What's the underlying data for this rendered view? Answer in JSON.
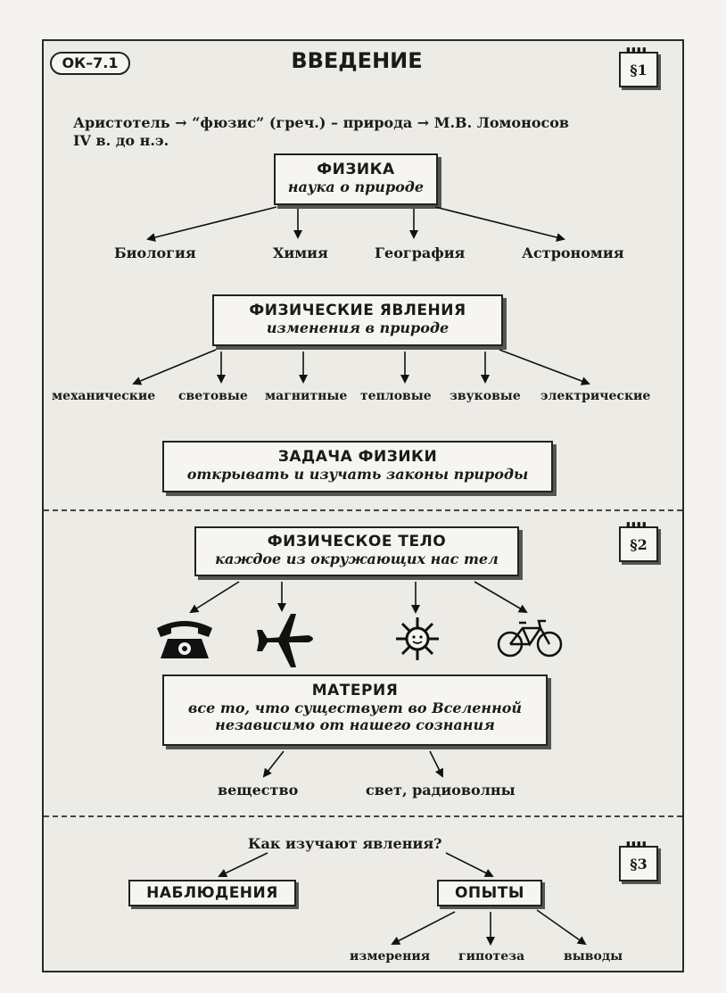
{
  "header": {
    "badge": "ОК–7.1",
    "title": "ВВЕДЕНИЕ"
  },
  "sections": [
    "§1",
    "§2",
    "§3"
  ],
  "history": {
    "line1": "Аристотель → “фюзис” (греч.) – природа → М.В. Ломоносов",
    "line2": "IV в. до н.э."
  },
  "physics": {
    "title": "ФИЗИКА",
    "subtitle": "наука о природе",
    "branches": [
      "Биология",
      "Химия",
      "География",
      "Астрономия"
    ]
  },
  "phenomena": {
    "title": "ФИЗИЧЕСКИЕ ЯВЛЕНИЯ",
    "subtitle": "изменения в природе",
    "types": [
      "механические",
      "световые",
      "магнитные",
      "тепловые",
      "звуковые",
      "электрические"
    ]
  },
  "task": {
    "title": "ЗАДАЧА ФИЗИКИ",
    "subtitle": "открывать и изучать законы природы"
  },
  "body": {
    "title": "ФИЗИЧЕСКОЕ ТЕЛО",
    "subtitle": "каждое из окружающих нас тел",
    "icons": [
      "telephone-icon",
      "airplane-icon",
      "sun-icon",
      "bicycle-icon"
    ]
  },
  "matter": {
    "title": "МАТЕРИЯ",
    "line1": "все то, что существует во Вселенной",
    "line2": "независимо от нашего сознания",
    "kinds": [
      "вещество",
      "свет, радиоволны"
    ]
  },
  "study": {
    "question": "Как изучают явления?",
    "observation": "НАБЛЮДЕНИЯ",
    "experiments": "ОПЫТЫ",
    "results": [
      "измерения",
      "гипотеза",
      "выводы"
    ]
  }
}
